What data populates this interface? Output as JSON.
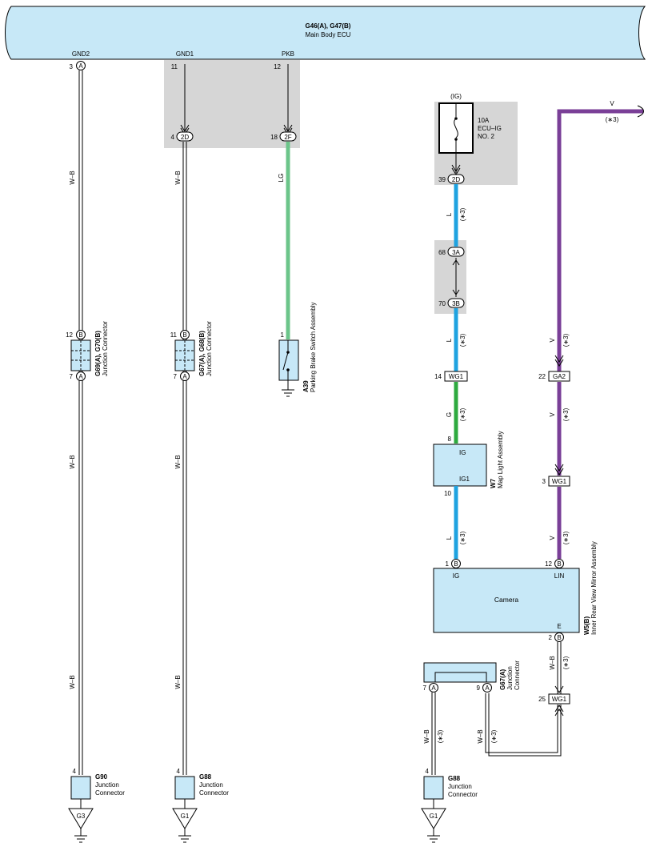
{
  "ecu": {
    "code": "G46(A), G47(B)",
    "name": "Main Body ECU"
  },
  "pins": {
    "gnd2": "GND2",
    "gnd1": "GND1",
    "pkb": "PKB"
  },
  "fuse": {
    "source": "(IG)",
    "rating": "10A",
    "name1": "ECU–IG",
    "name2": "NO. 2"
  },
  "wires": {
    "wb": "W–B",
    "lg": "LG",
    "l": "L",
    "g": "G",
    "v": "V",
    "note": "(∗3)"
  },
  "connectors": {
    "a": "A",
    "b": "B",
    "c2D": "2D",
    "c2F": "2F",
    "c3A": "3A",
    "c3B": "3B",
    "wg1": "WG1",
    "ga2": "GA2"
  },
  "pinnums": {
    "p3": "3",
    "p11": "11",
    "p12": "12",
    "p4": "4",
    "p18": "18",
    "p39": "39",
    "p68": "68",
    "p70": "70",
    "p14": "14",
    "p22": "22",
    "p8": "8",
    "p10": "10",
    "p1": "1",
    "p2": "2",
    "p25": "25",
    "p7": "7",
    "p9": "9"
  },
  "components": {
    "jc1": {
      "code": "G69(A), G70(B)",
      "name": "Junction Connector"
    },
    "jc2": {
      "code": "G67(A), G68(B)",
      "name": "Junction Connector"
    },
    "jc3": {
      "code": "G67(A)",
      "name1": "Junction",
      "name2": "Connector"
    },
    "pbs": {
      "code": "A39",
      "name": "Parking Brake Switch Assembly"
    },
    "map": {
      "code": "W7",
      "name": "Map Light Assembly",
      "ig": "IG",
      "ig1": "IG1"
    },
    "mirror": {
      "code": "W5(B)",
      "name": "Inner Rear View Mirror Assembly",
      "camera": "Camera",
      "ig": "IG",
      "lin": "LIN",
      "e": "E"
    },
    "g90": {
      "code": "G90",
      "name1": "Junction",
      "name2": "Connector"
    },
    "g88": {
      "code": "G88",
      "name1": "Junction",
      "name2": "Connector"
    }
  },
  "grounds": {
    "g3": "G3",
    "g1": "G1"
  },
  "colors": {
    "ecu": "#c7e8f7",
    "lg": "#6cc58a",
    "l": "#1fa3e0",
    "g": "#2eaa3f",
    "v": "#7a3f97",
    "gray": "#d6d6d6"
  }
}
